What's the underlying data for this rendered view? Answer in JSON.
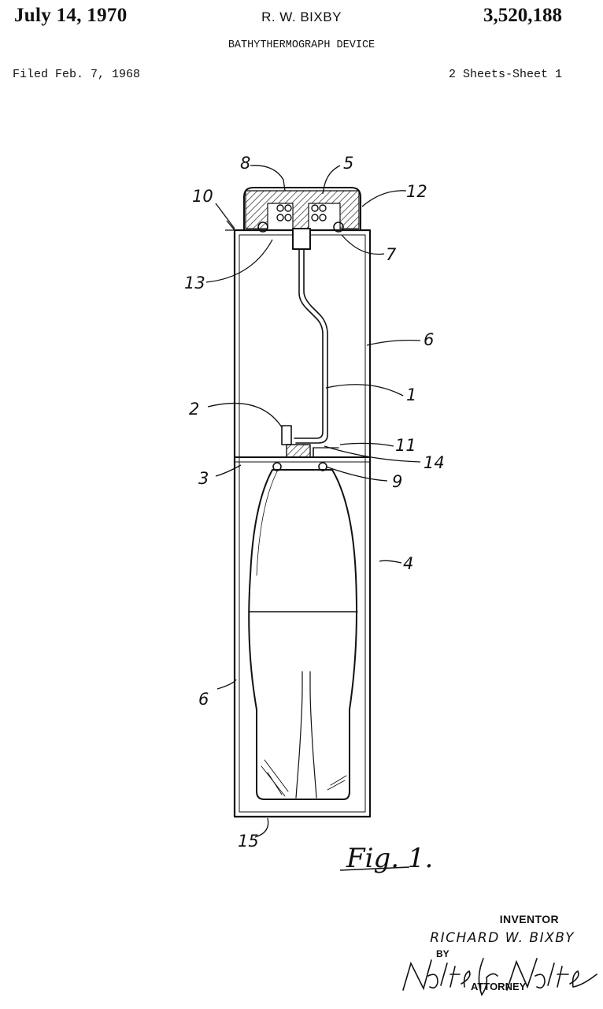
{
  "header": {
    "date": "July 14, 1970",
    "inventor": "R. W. BIXBY",
    "patent_number": "3,520,188",
    "title": "BATHYTHERMOGRAPH DEVICE",
    "filed": "Filed Feb. 7, 1968",
    "sheets": "2 Sheets-Sheet 1"
  },
  "figure": {
    "label": "Fig. 1.",
    "reference_numerals": [
      "1",
      "2",
      "3",
      "4",
      "5",
      "6",
      "6",
      "7",
      "8",
      "9",
      "10",
      "11",
      "12",
      "13",
      "14",
      "15"
    ]
  },
  "signature_block": {
    "inventor_label": "INVENTOR",
    "inventor_name": "RICHARD W. BIXBY",
    "by": "BY",
    "signature": "Nolte & Nolte",
    "attorney_label": "ATTORNEY"
  }
}
